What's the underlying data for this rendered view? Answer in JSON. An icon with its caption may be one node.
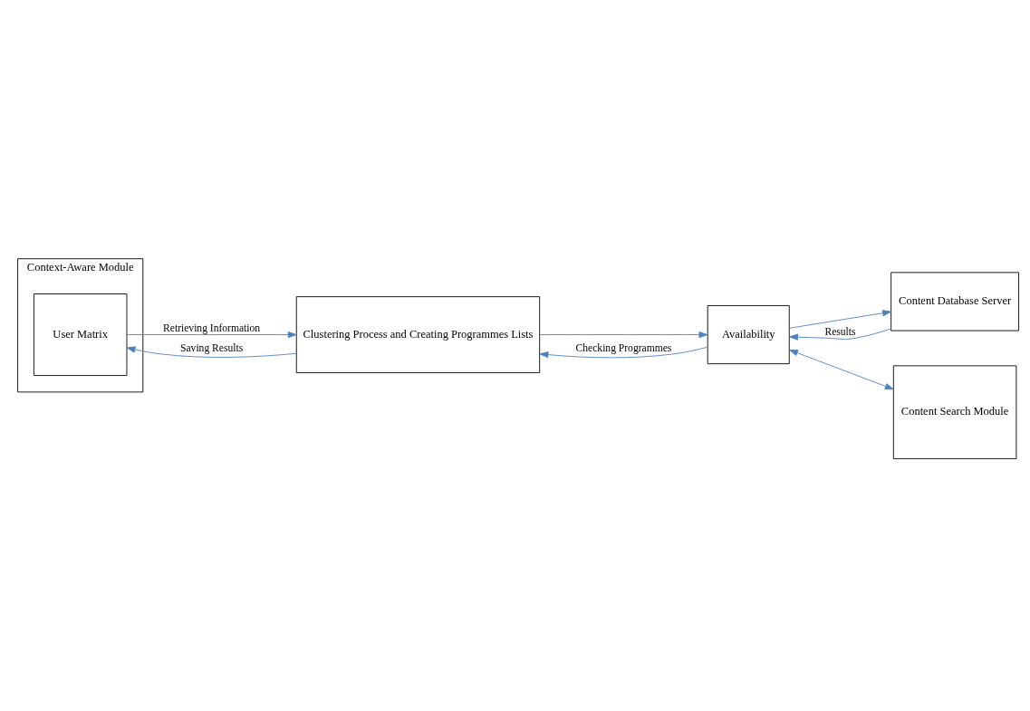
{
  "diagram": {
    "nodes": [
      {
        "text": [
          "Context-Aware Module"
        ]
      },
      {
        "text": [
          "User Matrix"
        ],
        "in": 0
      },
      {
        "text": [
          "Clustering Process and Creating Programmes Lists"
        ]
      },
      {
        "text": [
          "Content Database Server"
        ]
      },
      {
        "text": [
          "Availability"
        ]
      },
      {
        "text": [
          "Content Search Module"
        ]
      }
    ],
    "edges": [
      {
        "from": 1,
        "to": 2,
        "arrow": "to",
        "label": "Retrieving Information"
      },
      {
        "from": 2,
        "to": 1,
        "arrow": "to",
        "label": "Saving Results"
      },
      {
        "from": 2,
        "to": 4,
        "arrow": "to"
      },
      {
        "from": 4,
        "to": 2,
        "arrow": "to",
        "label": "Checking Programmes"
      },
      {
        "from": 4,
        "to": 3,
        "arrow": "to"
      },
      {
        "from": 3,
        "to": 4,
        "arrow": "to",
        "label": "Results"
      },
      {
        "from": 4,
        "to": 5,
        "arrow": "both"
      }
    ]
  }
}
